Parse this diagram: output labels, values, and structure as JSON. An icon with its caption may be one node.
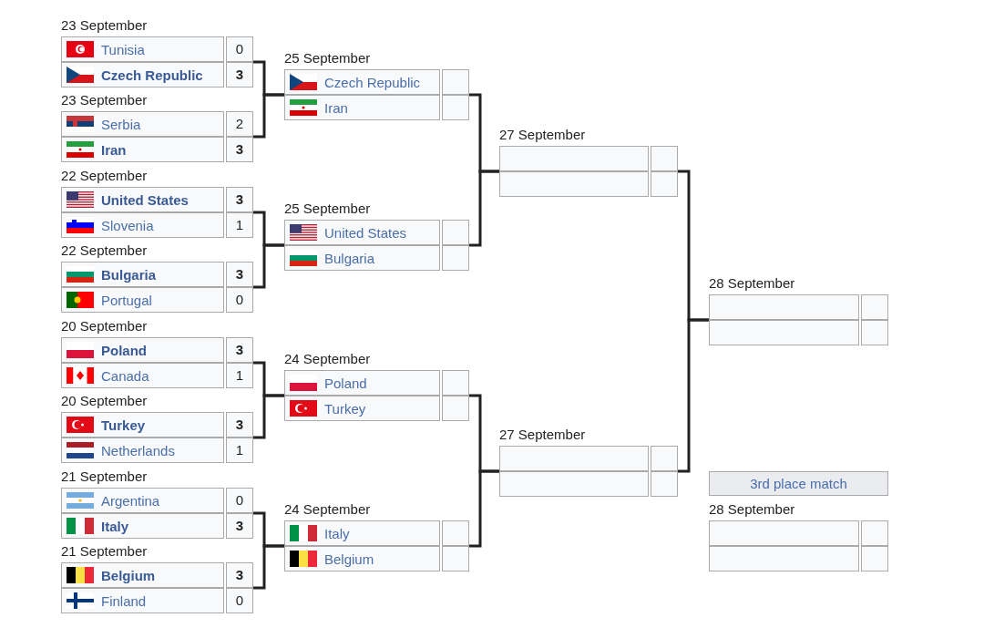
{
  "diagram": {
    "nodes": [
      {
        "text": [
          "23 September",
          "Tunisia",
          "0",
          "Czech Republic",
          "3"
        ]
      },
      {
        "text": [
          "23 September",
          "Serbia",
          "2",
          "Iran",
          "3"
        ]
      },
      {
        "text": [
          "22 September",
          "United States",
          "3",
          "Slovenia",
          "1"
        ]
      },
      {
        "text": [
          "22 September",
          "Bulgaria",
          "3",
          "Portugal",
          "0"
        ]
      },
      {
        "text": [
          "20 September",
          "Poland",
          "3",
          "Canada",
          "1"
        ]
      },
      {
        "text": [
          "20 September",
          "Turkey",
          "3",
          "Netherlands",
          "1"
        ]
      },
      {
        "text": [
          "21 September",
          "Argentina",
          "0",
          "Italy",
          "3"
        ]
      },
      {
        "text": [
          "21 September",
          "Belgium",
          "3",
          "Finland",
          "0"
        ]
      },
      {
        "text": [
          "25 September",
          "Czech Republic",
          "Iran"
        ]
      },
      {
        "text": [
          "25 September",
          "United States",
          "Bulgaria"
        ]
      },
      {
        "text": [
          "24 September",
          "Poland",
          "Turkey"
        ]
      },
      {
        "text": [
          "24 September",
          "Italy",
          "Belgium"
        ]
      },
      {
        "text": [
          "27 September"
        ]
      },
      {
        "text": [
          "27 September"
        ]
      },
      {
        "text": [
          "28 September"
        ]
      },
      {
        "text": [
          "3rd place match"
        ]
      },
      {
        "text": [
          "28 September"
        ]
      }
    ],
    "edges": [
      {
        "from": 0,
        "to": 8,
        "arrow": "none"
      },
      {
        "from": 1,
        "to": 8,
        "arrow": "none"
      },
      {
        "from": 2,
        "to": 9,
        "arrow": "none"
      },
      {
        "from": 3,
        "to": 9,
        "arrow": "none"
      },
      {
        "from": 4,
        "to": 10,
        "arrow": "none"
      },
      {
        "from": 5,
        "to": 10,
        "arrow": "none"
      },
      {
        "from": 6,
        "to": 11,
        "arrow": "none"
      },
      {
        "from": 7,
        "to": 11,
        "arrow": "none"
      },
      {
        "from": 8,
        "to": 12,
        "arrow": "none"
      },
      {
        "from": 9,
        "to": 12,
        "arrow": "none"
      },
      {
        "from": 10,
        "to": 13,
        "arrow": "none"
      },
      {
        "from": 11,
        "to": 13,
        "arrow": "none"
      },
      {
        "from": 12,
        "to": 14,
        "arrow": "none"
      },
      {
        "from": 13,
        "to": 14,
        "arrow": "none"
      }
    ]
  }
}
